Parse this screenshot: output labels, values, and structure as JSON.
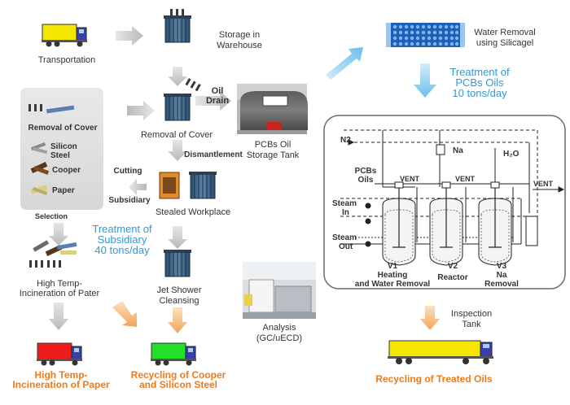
{
  "labels": {
    "transportation": "Transportation",
    "storage_1": "Storage in",
    "storage_2": "Warehouse",
    "oil_drain_1": "Oil",
    "oil_drain_2": "Drain",
    "pcbs_tank_1": "PCBs Oil",
    "pcbs_tank_2": "Storage Tank",
    "removal_of_cover": "Removal of Cover",
    "dismantlement": "Dismantlement",
    "cutting": "Cutting",
    "subsidiary": "Subsidiary",
    "stealed_workplace": "Stealed Workplace",
    "panel_removal": "Removal of Cover",
    "silicon_1": "Silicon",
    "silicon_2": "Steel",
    "cooper": "Cooper",
    "paper": "Paper",
    "selection": "Selection",
    "treat_sub_1": "Treatment of",
    "treat_sub_2": "Subsidiary",
    "treat_sub_3": "40 tons/day",
    "hightemp_1": "High Temp-",
    "hightemp_2": "Incineration of Pater",
    "jet_1": "Jet Shower",
    "jet_2": "Cleansing",
    "analysis_1": "Analysis",
    "analysis_2": "(GC/uECD)",
    "water_1": "Water Removal",
    "water_2": "using Silicagel",
    "treat_pcb_1": "Treatment of",
    "treat_pcb_2": "PCBs Oils",
    "treat_pcb_3": "10 tons/day",
    "inspection_1": "Inspection",
    "inspection_2": "Tank",
    "out_paper_1": "High Temp-",
    "out_paper_2": "Incineration of Paper",
    "out_cooper_1": "Recycling of Cooper",
    "out_cooper_2": "and Silicon Steel",
    "out_oils": "Recycling of Treated Oils",
    "tank_sign": "",
    "plant": {
      "n2": "N2",
      "na": "Na",
      "h2o": "H₂O",
      "pcbs_1": "PCBs",
      "pcbs_2": "Oils",
      "vent_1": "VENT",
      "vent_2": "VENT",
      "vent_3": "VENT",
      "steam_in_1": "Steam",
      "steam_in_2": "In",
      "steam_out_1": "Steam",
      "steam_out_2": "Out",
      "v1": "V1",
      "v1_desc_1": "Heating",
      "v1_desc_2": "and Water Removal",
      "v2": "V2",
      "v2_desc": "Reactor",
      "v3": "V3",
      "v3_desc_1": "Na",
      "v3_desc_2": "Removal"
    }
  },
  "colors": {
    "truck_yellow": "#f5e600",
    "truck_red": "#ee1c1c",
    "truck_green": "#22e02a",
    "truck_cab": "#3a3fb0",
    "arrow_gray": "#c8c8c8",
    "arrow_orange": "#f6b26b",
    "arrow_blue": "#7fc8ee",
    "text_blue": "#2f9ad8",
    "text_orange": "#f07a1a"
  }
}
